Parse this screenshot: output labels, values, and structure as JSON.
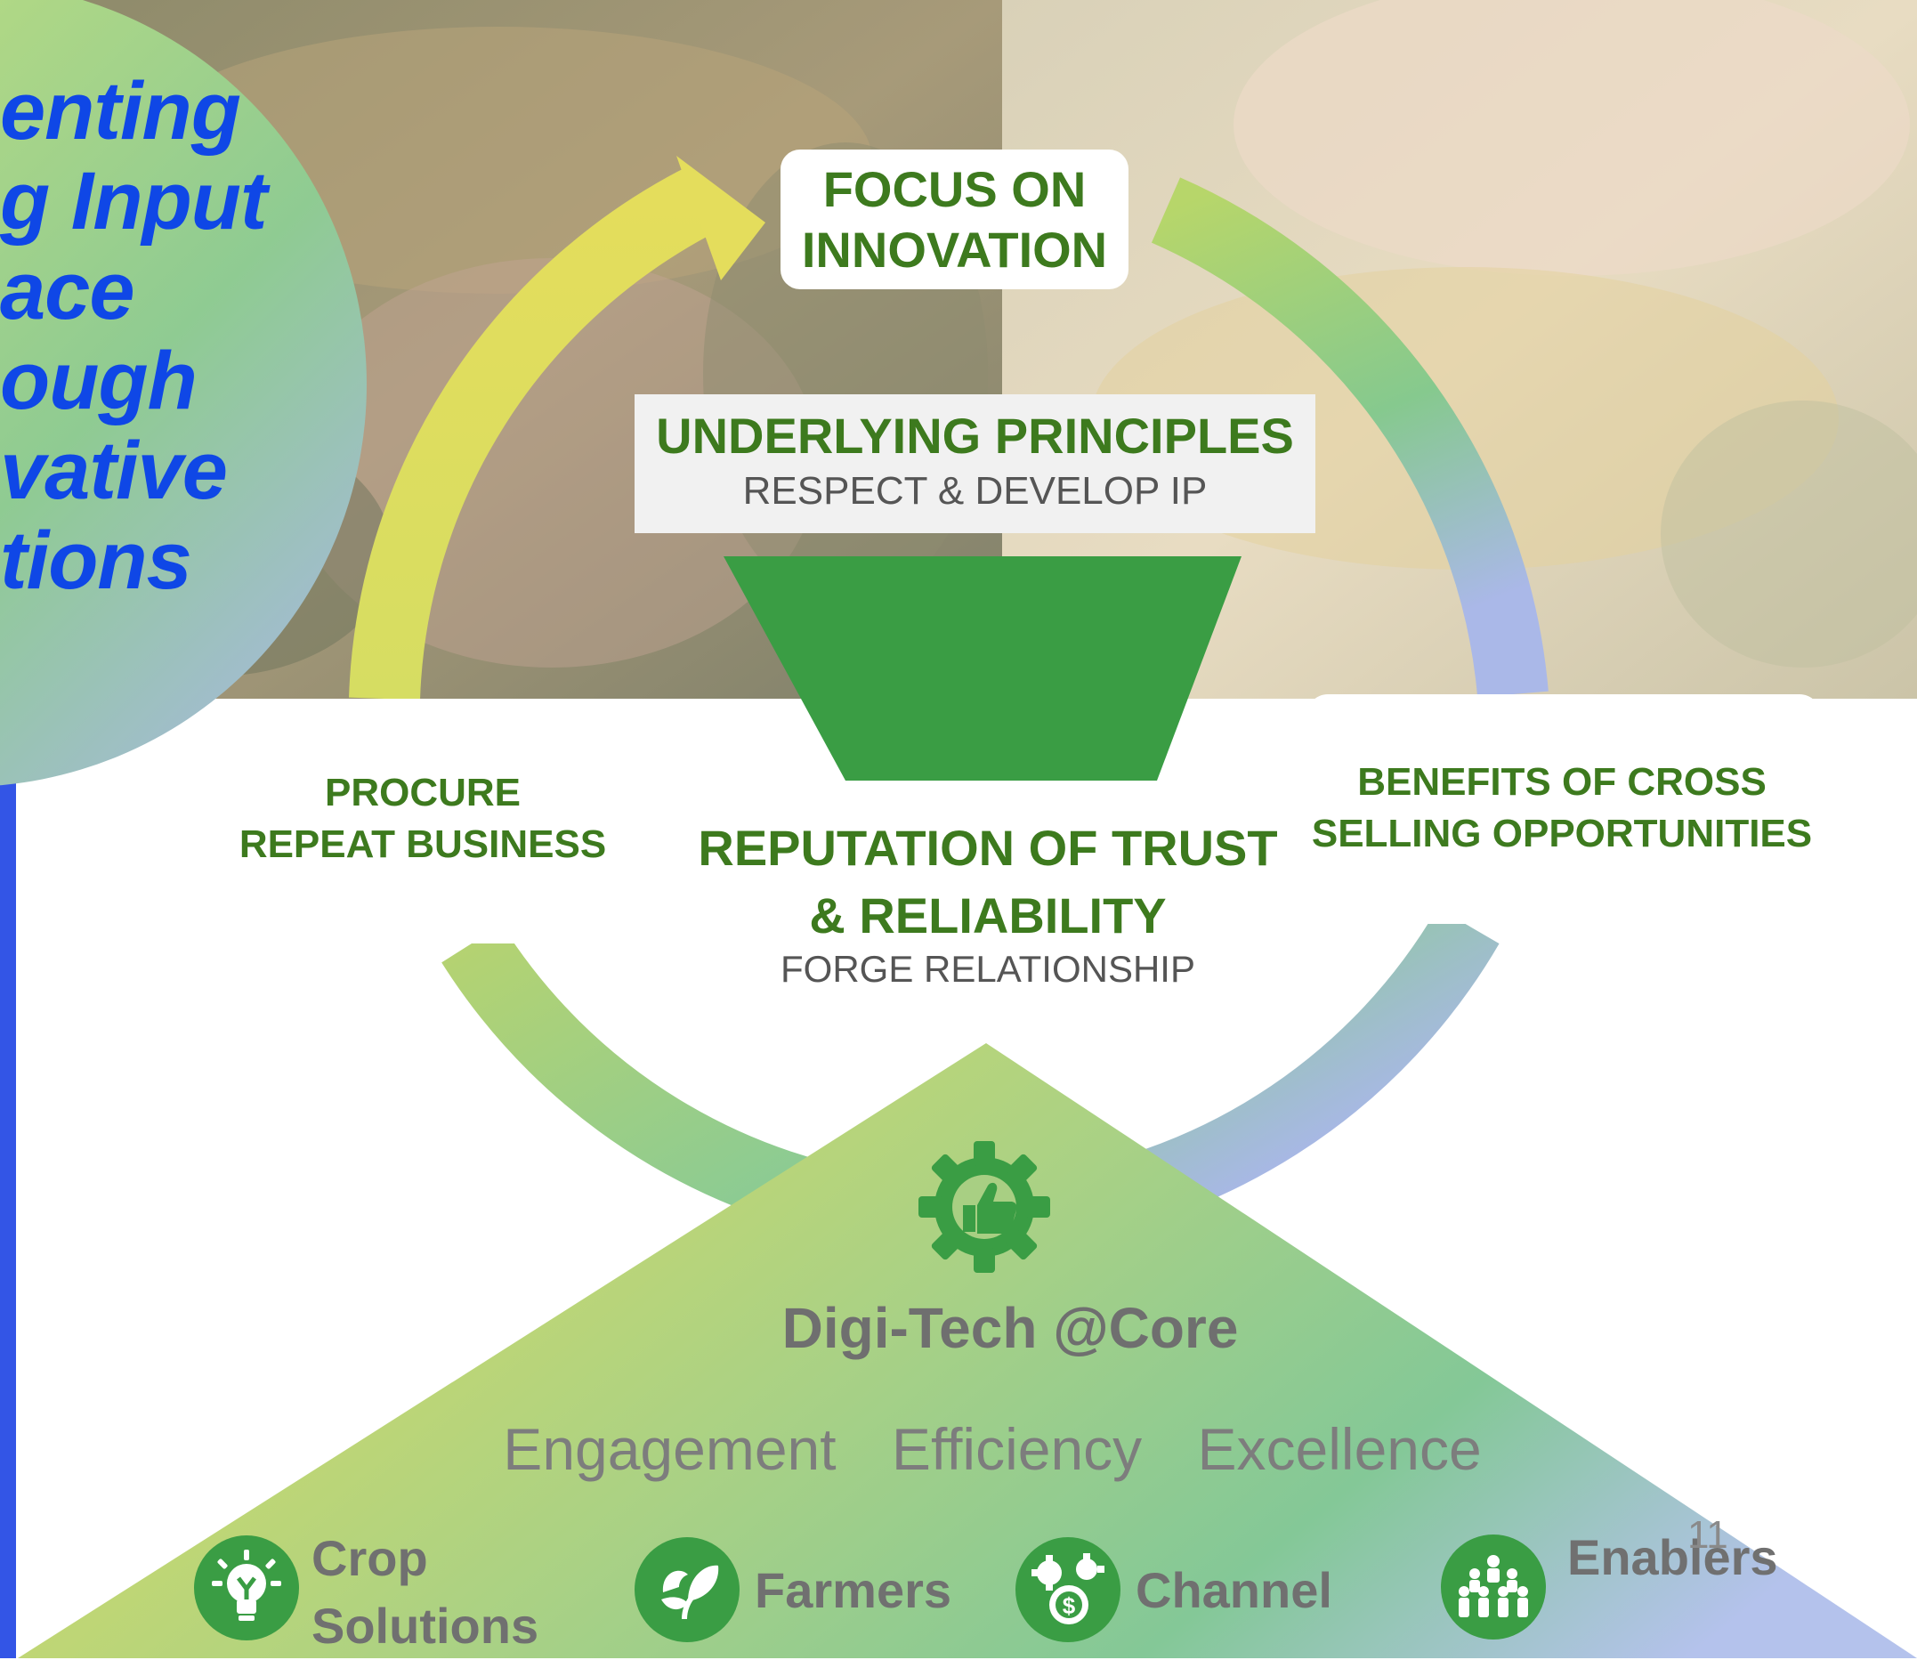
{
  "tagline": {
    "lines": [
      "enting",
      "g Input",
      "ace",
      "ough",
      "vative",
      "tions"
    ]
  },
  "cycle": {
    "focus": {
      "line1": "FOCUS ON",
      "line2": "INNOVATION"
    },
    "principles": {
      "title": "UNDERLYING PRINCIPLES",
      "subtitle": "RESPECT & DEVELOP IP"
    },
    "procure": {
      "line1": "PROCURE",
      "line2": "REPEAT BUSINESS"
    },
    "benefits": {
      "line1": "BENEFITS OF CROSS",
      "line2": "SELLING OPPORTUNITIES"
    },
    "trust": {
      "line1": "REPUTATION OF TRUST",
      "line2": "& RELIABILITY",
      "subtitle": "FORGE RELATIONSHIP"
    }
  },
  "core": {
    "title": "Digi-Tech @Core",
    "values": [
      "Engagement",
      "Efficiency",
      "Excellence"
    ],
    "icon": "gear-thumbs-up-icon"
  },
  "pillars": [
    {
      "line1": "Crop",
      "line2": "Solutions",
      "icon": "lightbulb-icon"
    },
    {
      "label": "Farmers",
      "icon": "leaf-icon"
    },
    {
      "label": "Channel",
      "icon": "gears-dollar-icon"
    },
    {
      "label": "Enablers",
      "icon": "people-group-icon"
    }
  ],
  "page_number": "11",
  "colors": {
    "brand_green": "#3d7a1e",
    "badge_green": "#3a9d44",
    "tagline_blue": "#0f47e6",
    "accent_blue": "#3355e6",
    "funnel_green": "#3a9d44"
  }
}
